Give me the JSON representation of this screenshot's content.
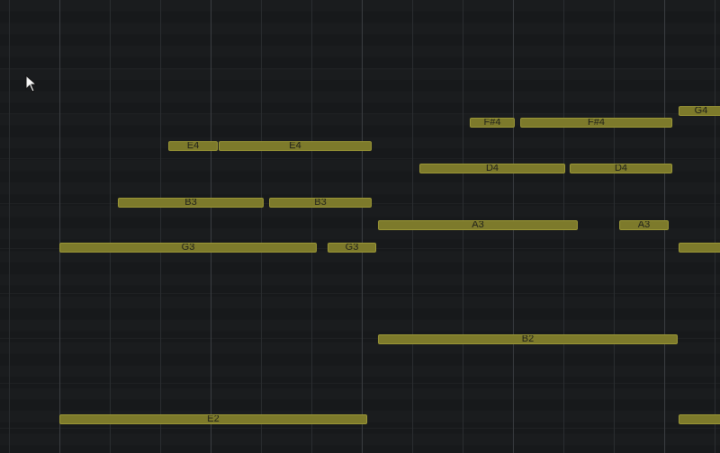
{
  "piano_roll": {
    "notes": [
      {
        "label": "F#4"
      },
      {
        "label": "F#4"
      },
      {
        "label": "G4"
      },
      {
        "label": "E4"
      },
      {
        "label": "E4"
      },
      {
        "label": "D4"
      },
      {
        "label": "D4"
      },
      {
        "label": "B3"
      },
      {
        "label": "B3"
      },
      {
        "label": "A3"
      },
      {
        "label": "A3"
      },
      {
        "label": "G3"
      },
      {
        "label": "G3"
      },
      {
        "label": ""
      },
      {
        "label": "B2"
      },
      {
        "label": "E2"
      },
      {
        "label": ""
      }
    ]
  },
  "colors": {
    "background": "#17191b",
    "note_fill": "#7d7a2b",
    "note_border": "#9a9636",
    "note_text": "#1e1f1a"
  },
  "icons": {
    "cursor": "mouse-pointer-icon"
  }
}
